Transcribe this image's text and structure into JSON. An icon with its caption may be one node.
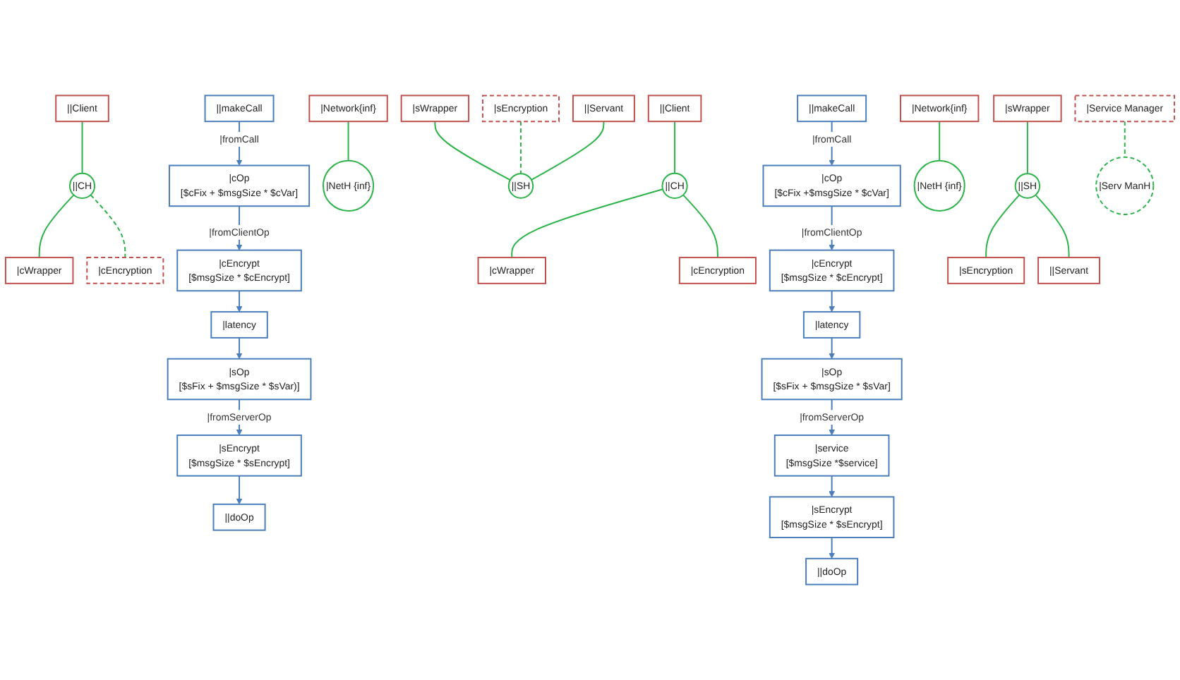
{
  "diagram": {
    "nodes": [
      {
        "text": [
          "||makeCall"
        ]
      },
      {
        "text": [
          "||Client"
        ]
      },
      {
        "text": [
          "||CH"
        ]
      },
      {
        "text": [
          "|cOp",
          "[$cFix + $msgSize * $cVar]"
        ]
      },
      {
        "text": [
          "|cWrapper"
        ]
      },
      {
        "text": [
          "|cEncrypt",
          "[$msgSize * $cEncrypt]"
        ]
      },
      {
        "text": [
          "|cEncryption"
        ]
      },
      {
        "text": [
          "|latency"
        ]
      },
      {
        "text": [
          "|Network{inf}"
        ]
      },
      {
        "text": [
          "|NetH {inf}"
        ]
      },
      {
        "text": [
          "|sOp",
          "[$sFix + $msgSize * $sVar)]"
        ]
      },
      {
        "text": [
          "|sWrapper"
        ]
      },
      {
        "text": [
          "|sEncrypt",
          "[$msgSize * $sEncrypt]"
        ]
      },
      {
        "text": [
          "|sEncryption"
        ]
      },
      {
        "text": [
          "||doOp"
        ]
      },
      {
        "text": [
          "||Servant"
        ]
      },
      {
        "text": [
          "||SH"
        ]
      },
      {
        "text": [
          "||makeCall"
        ]
      },
      {
        "text": [
          "||Client"
        ]
      },
      {
        "text": [
          "||CH"
        ]
      },
      {
        "text": [
          "|cOp",
          "[$cFix +$msgSize * $cVar]"
        ]
      },
      {
        "text": [
          "|cWrapper"
        ]
      },
      {
        "text": [
          "|cEncrypt",
          "[$msgSize * $cEncrypt]"
        ]
      },
      {
        "text": [
          "|cEncryption"
        ]
      },
      {
        "text": [
          "|latency"
        ]
      },
      {
        "text": [
          "|Network{inf}"
        ]
      },
      {
        "text": [
          "|NetH {inf}"
        ]
      },
      {
        "text": [
          "|sOp",
          "[$sFix + $msgSize * $sVar]"
        ]
      },
      {
        "text": [
          "|sWrapper"
        ]
      },
      {
        "text": [
          "||SH"
        ]
      },
      {
        "text": [
          "|service",
          "[$msgSize *$service]"
        ]
      },
      {
        "text": [
          "|Service Manager"
        ]
      },
      {
        "text": [
          "|Serv ManH"
        ]
      },
      {
        "text": [
          "|sEncrypt",
          "[$msgSize * $sEncrypt]"
        ]
      },
      {
        "text": [
          "|sEncryption"
        ]
      },
      {
        "text": [
          "||doOp"
        ]
      },
      {
        "text": [
          "||Servant"
        ]
      }
    ],
    "edges": [
      {
        "from": 0,
        "to": 3,
        "arrow": "to",
        "label": "|fromCall",
        "color": "#4a7ebb"
      },
      {
        "from": 3,
        "to": 5,
        "arrow": "to",
        "label": "|fromClientOp",
        "color": "#4a7ebb"
      },
      {
        "from": 5,
        "to": 7,
        "arrow": "to",
        "color": "#4a7ebb"
      },
      {
        "from": 7,
        "to": 10,
        "arrow": "to",
        "color": "#4a7ebb"
      },
      {
        "from": 10,
        "to": 12,
        "arrow": "to",
        "label": "|fromServerOp",
        "color": "#4a7ebb"
      },
      {
        "from": 12,
        "to": 14,
        "arrow": "to",
        "color": "#4a7ebb"
      },
      {
        "from": 1,
        "to": 2,
        "arrow": "none"
      },
      {
        "from": 2,
        "to": 4,
        "arrow": "none"
      },
      {
        "from": 2,
        "to": 6,
        "arrow": "none",
        "style": "dashed"
      },
      {
        "from": 8,
        "to": 9,
        "arrow": "none"
      },
      {
        "from": 11,
        "to": 16,
        "arrow": "none"
      },
      {
        "from": 13,
        "to": 16,
        "arrow": "none",
        "style": "dashed"
      },
      {
        "from": 15,
        "to": 16,
        "arrow": "none"
      },
      {
        "from": 17,
        "to": 20,
        "arrow": "to",
        "label": "|fromCall",
        "color": "#4a7ebb"
      },
      {
        "from": 20,
        "to": 22,
        "arrow": "to",
        "label": "|fromClientOp",
        "color": "#4a7ebb"
      },
      {
        "from": 22,
        "to": 24,
        "arrow": "to",
        "color": "#4a7ebb"
      },
      {
        "from": 24,
        "to": 27,
        "arrow": "to",
        "color": "#4a7ebb"
      },
      {
        "from": 27,
        "to": 30,
        "arrow": "to",
        "label": "|fromServerOp",
        "color": "#4a7ebb"
      },
      {
        "from": 30,
        "to": 33,
        "arrow": "to",
        "color": "#4a7ebb"
      },
      {
        "from": 33,
        "to": 35,
        "arrow": "to",
        "color": "#4a7ebb"
      },
      {
        "from": 18,
        "to": 19,
        "arrow": "none"
      },
      {
        "from": 19,
        "to": 21,
        "arrow": "none"
      },
      {
        "from": 19,
        "to": 23,
        "arrow": "none"
      },
      {
        "from": 25,
        "to": 26,
        "arrow": "none"
      },
      {
        "from": 28,
        "to": 29,
        "arrow": "none"
      },
      {
        "from": 29,
        "to": 34,
        "arrow": "none"
      },
      {
        "from": 29,
        "to": 36,
        "arrow": "none"
      },
      {
        "from": 31,
        "to": 32,
        "arrow": "none",
        "style": "dashed"
      }
    ]
  }
}
